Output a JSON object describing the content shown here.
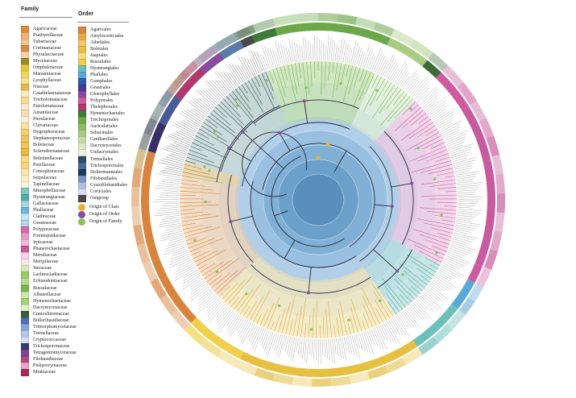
{
  "family_legend": {
    "title": "Family",
    "items": [
      {
        "label": "Agaricaceae",
        "color": "#e08a3c"
      },
      {
        "label": "Psathyrellaceae",
        "color": "#f0b070"
      },
      {
        "label": "Tubariaceae",
        "color": "#f4c690"
      },
      {
        "label": "Cortinariaceae",
        "color": "#d98a48"
      },
      {
        "label": "Physalacriaceae",
        "color": "#f6d3a8"
      },
      {
        "label": "Mycenaceae",
        "color": "#9a8a2a"
      },
      {
        "label": "Omphalotaceae",
        "color": "#e8c838"
      },
      {
        "label": "Marasmiaceae",
        "color": "#f0d860"
      },
      {
        "label": "Lyophyllaceae",
        "color": "#f5e38a"
      },
      {
        "label": "Niaceae",
        "color": "#e6b84a"
      },
      {
        "label": "Catathelasmataceae",
        "color": "#faecc0"
      },
      {
        "label": "Tricholomataceae",
        "color": "#f2dc90"
      },
      {
        "label": "Entolomataceae",
        "color": "#fbe9d0"
      },
      {
        "label": "Amanitaceae",
        "color": "#f7dcb8"
      },
      {
        "label": "Pterulaceae",
        "color": "#fdf0d8"
      },
      {
        "label": "Clavariaceae",
        "color": "#f8e2a0"
      },
      {
        "label": "Hygrophoraceae",
        "color": "#f3d070"
      },
      {
        "label": "Stephanosporaceae",
        "color": "#eec560"
      },
      {
        "label": "Boletaceae",
        "color": "#f0c850"
      },
      {
        "label": "Sclerodermataceae",
        "color": "#e8bc40"
      },
      {
        "label": "Boletinellaceae",
        "color": "#f6dc88"
      },
      {
        "label": "Paxillaceae",
        "color": "#f4d680"
      },
      {
        "label": "Coniophoraceae",
        "color": "#f9e6a8"
      },
      {
        "label": "Serpulaceae",
        "color": "#fcefc6"
      },
      {
        "label": "Tapinellaceae",
        "color": "#fef6dc"
      },
      {
        "label": "Mesophelliaceae",
        "color": "#7fc8c2"
      },
      {
        "label": "Hysterangiaceae",
        "color": "#5aaaa6"
      },
      {
        "label": "Gallaceaceae",
        "color": "#a8d8d6"
      },
      {
        "label": "Phallaceae",
        "color": "#6fb4e0"
      },
      {
        "label": "Clathraceae",
        "color": "#c8e4f4"
      },
      {
        "label": "Geastraceae",
        "color": "#b6d6ee"
      },
      {
        "label": "Polyporaceae",
        "color": "#d86aa8"
      },
      {
        "label": "Fomitopsidaceae",
        "color": "#e89ac4"
      },
      {
        "label": "Irpicaceae",
        "color": "#f2bcd8"
      },
      {
        "label": "Phanerochaetaceae",
        "color": "#c85a96"
      },
      {
        "label": "Meruliaceae",
        "color": "#f6d2e4"
      },
      {
        "label": "Meripilaceae",
        "color": "#fae6f0"
      },
      {
        "label": "Steraceae",
        "color": "#d9e8c0"
      },
      {
        "label": "Lachnocladiaceae",
        "color": "#9ccb6a"
      },
      {
        "label": "Echinodontiaceae",
        "color": "#b8db90"
      },
      {
        "label": "Russulaceae",
        "color": "#7fb44e"
      },
      {
        "label": "Albatrellaceae",
        "color": "#cfe6b0"
      },
      {
        "label": "Hymenochaetaceae",
        "color": "#a6d07a"
      },
      {
        "label": "Dacrymycetaceae",
        "color": "#e2f0cc"
      },
      {
        "label": "Cuniculitremaceae",
        "color": "#3a5c3a"
      },
      {
        "label": "Bulleribasidiaceae",
        "color": "#4e6eb0"
      },
      {
        "label": "Trimorphomycetaceae",
        "color": "#8aa4d8"
      },
      {
        "label": "Tremellaceae",
        "color": "#b4c6ea"
      },
      {
        "label": "Cryptococcaceae",
        "color": "#d6e0f4"
      },
      {
        "label": "Trichosporonaceae",
        "color": "#3c3a70"
      },
      {
        "label": "Tetragoniomycetaceae",
        "color": "#7a4a90"
      },
      {
        "label": "Filobasidiaceae",
        "color": "#b04a80"
      },
      {
        "label": "Piskurozymaceae",
        "color": "#e8a8c8"
      },
      {
        "label": "Mrakiaceae",
        "color": "#a82a5a"
      }
    ]
  },
  "order_legend": {
    "title": "Order",
    "items": [
      {
        "label": "Agaricales",
        "color": "#d9843c"
      },
      {
        "label": "Amylocorticiales",
        "color": "#e8a84c"
      },
      {
        "label": "Atheliales",
        "color": "#f2c870"
      },
      {
        "label": "Boletales",
        "color": "#e8c040"
      },
      {
        "label": "Jaapiales",
        "color": "#f4dc80"
      },
      {
        "label": "Russulales",
        "color": "#f0d048"
      },
      {
        "label": "Hysterangiales",
        "color": "#6cc0ba"
      },
      {
        "label": "Phallales",
        "color": "#58a8d8"
      },
      {
        "label": "Gomphales",
        "color": "#2e5aa8"
      },
      {
        "label": "Geastrales",
        "color": "#4a3c8c"
      },
      {
        "label": "Gloeophyllales",
        "color": "#8a4aa0"
      },
      {
        "label": "Polyporales",
        "color": "#d05aa0"
      },
      {
        "label": "Thelephorales",
        "color": "#b03a70"
      },
      {
        "label": "Hymenochaetales",
        "color": "#3e7a3a"
      },
      {
        "label": "Trechisporales",
        "color": "#6aa848"
      },
      {
        "label": "Auriculariales",
        "color": "#8cbc5c"
      },
      {
        "label": "Sebacinales",
        "color": "#a8cc80"
      },
      {
        "label": "Cantharellales",
        "color": "#c4dca4"
      },
      {
        "label": "Dacrymycetales",
        "color": "#dce8c4"
      },
      {
        "label": "Unilacrymales",
        "color": "#eef2dc"
      },
      {
        "label": "Tremellales",
        "color": "#2e4a6e"
      },
      {
        "label": "Trichosporonales",
        "color": "#4a6a98"
      },
      {
        "label": "Holtermanniales",
        "color": "#1e3a58"
      },
      {
        "label": "Filobasidiales",
        "color": "#7e96c0"
      },
      {
        "label": "Cystofilobasidiales",
        "color": "#b0c0e0"
      },
      {
        "label": "Corticiales",
        "color": "#d8e0f0"
      },
      {
        "label": "Outgroup",
        "color": "#4a4a4a"
      }
    ],
    "markers": [
      {
        "label": "Origin of Class",
        "color": "#e8b23a"
      },
      {
        "label": "Origin of Order",
        "color": "#8a4aa0"
      },
      {
        "label": "Origin of Family",
        "color": "#8cc05a"
      }
    ]
  },
  "tree": {
    "ring_segments": [
      {
        "start": -80,
        "end": -40,
        "color": "#8ab84a"
      },
      {
        "start": -78,
        "end": -62,
        "color": "#b8d890"
      },
      {
        "start": -40,
        "end": -14,
        "color": "#3e7a3a"
      },
      {
        "start": -14,
        "end": -6,
        "color": "#6aa848"
      },
      {
        "start": -6,
        "end": 24,
        "color": "#6aa848"
      },
      {
        "start": 24,
        "end": 38,
        "color": "#a8cc80"
      },
      {
        "start": 38,
        "end": 44,
        "color": "#3e6a3a"
      },
      {
        "start": 44,
        "end": 58,
        "color": "#d05aa0"
      },
      {
        "start": 58,
        "end": 112,
        "color": "#c85a9e"
      },
      {
        "start": 112,
        "end": 118,
        "color": "#d05aa0"
      },
      {
        "start": 118,
        "end": 128,
        "color": "#58a8d8"
      },
      {
        "start": 128,
        "end": 146,
        "color": "#6cc0ba"
      },
      {
        "start": 146,
        "end": 206,
        "color": "#e8c040"
      },
      {
        "start": 206,
        "end": 226,
        "color": "#f0d048"
      },
      {
        "start": 226,
        "end": 286,
        "color": "#d9843c"
      },
      {
        "start": 286,
        "end": 296,
        "color": "#3a2e6a"
      },
      {
        "start": 296,
        "end": 306,
        "color": "#4a5a98"
      },
      {
        "start": 306,
        "end": 318,
        "color": "#b03a70"
      },
      {
        "start": 318,
        "end": 326,
        "color": "#8a4aa0"
      },
      {
        "start": 326,
        "end": 334,
        "color": "#5a7aa8"
      },
      {
        "start": 334,
        "end": 338,
        "color": "#4a4a4a"
      }
    ],
    "class_markers": 2,
    "order_markers": 9,
    "family_markers": 24
  }
}
